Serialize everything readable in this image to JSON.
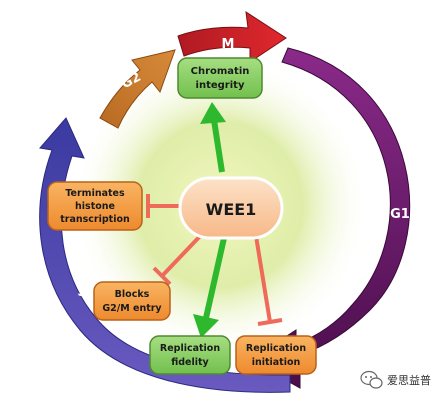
{
  "center": {
    "label": "WEE1"
  },
  "phases": {
    "m": "M",
    "g2": "G2",
    "g1": "G1",
    "s": "S"
  },
  "boxes": {
    "chromatin": [
      "Chromatin",
      "integrity"
    ],
    "terminates": [
      "Terminates",
      "histone",
      "transcription"
    ],
    "blocks": [
      "Blocks",
      "G2/M entry"
    ],
    "fidelity": [
      "Replication",
      "fidelity"
    ],
    "initiation": [
      "Replication",
      "initiation"
    ]
  },
  "watermark": {
    "text": "爱思益普"
  },
  "colors": {
    "m_arrow": "#d8202a",
    "g2_arrow": "#c8782a",
    "g1_arrow": "#6a1a6a",
    "s_arrow": "#4a4aa8",
    "promote": "#2db82d",
    "inhibit": "#ee6a5a",
    "green_box": "#8ed16a",
    "orange_box": "#f6a24a"
  }
}
